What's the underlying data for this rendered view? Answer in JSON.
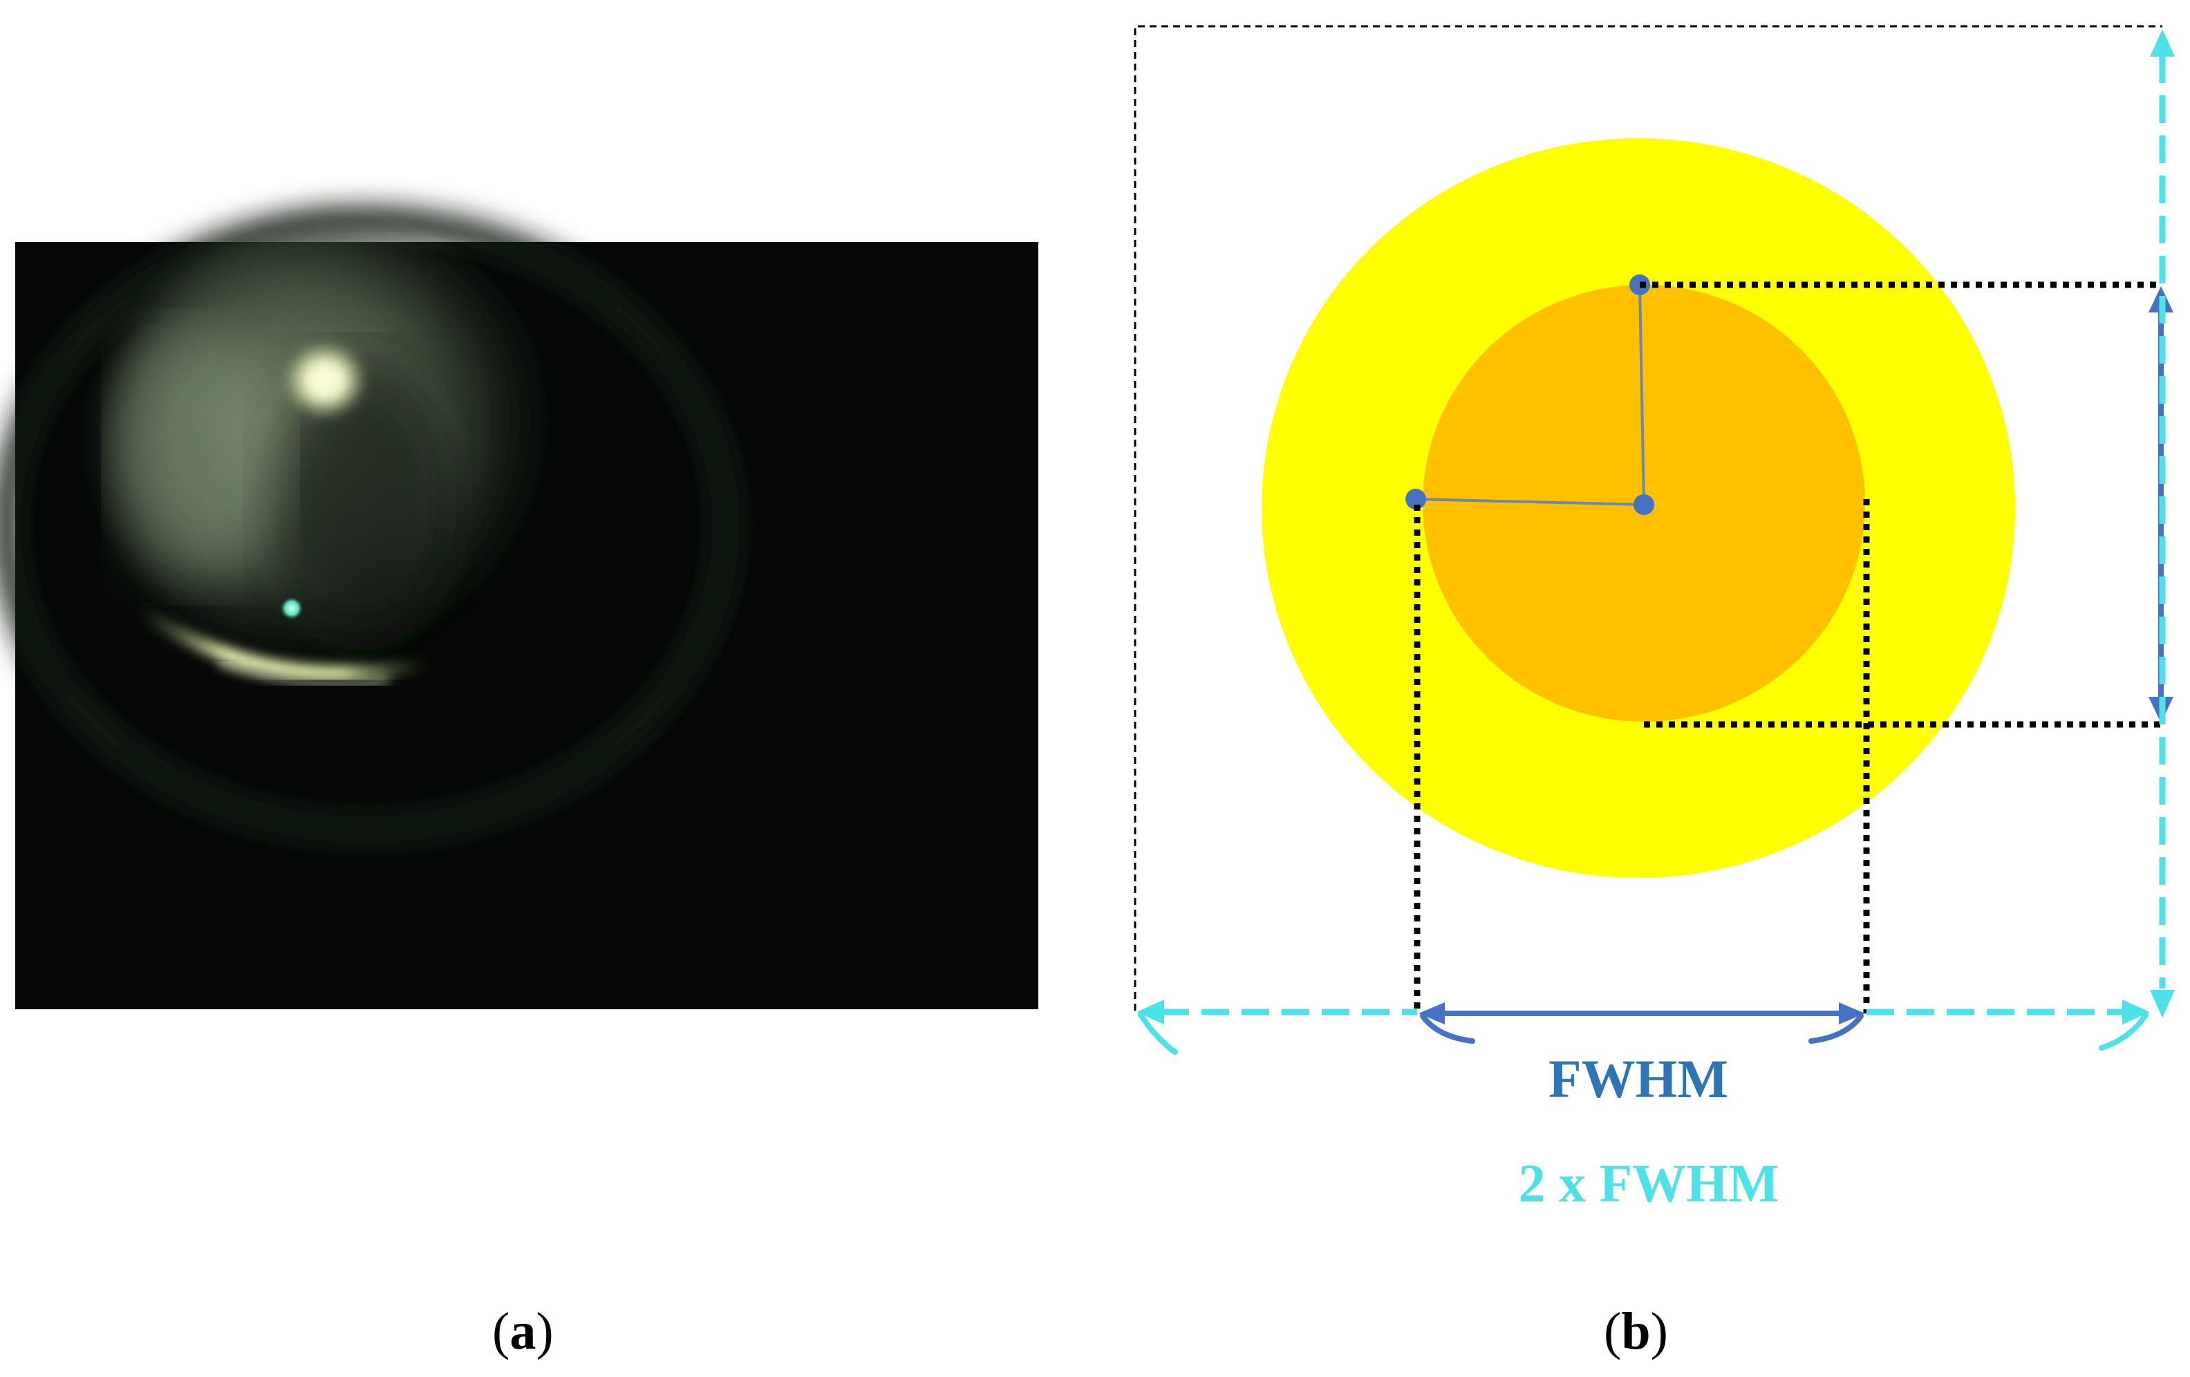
{
  "panel_a": {
    "caption_open": "(",
    "caption_letter": "a",
    "caption_close": ")"
  },
  "panel_b": {
    "caption_open": "(",
    "caption_letter": "b",
    "caption_close": ")",
    "inner_width_label": "FWHM",
    "outer_width_label": "2 x FWHM"
  },
  "colors": {
    "photo_background": "#050806",
    "outer_circle": "#FFFF00",
    "inner_circle": "#FFC000",
    "fwhm_arrow": "#4472C4",
    "fwhm_text": "#2E75B6",
    "double_fwhm": "#4DE2E8",
    "guide_lines": "#000000"
  }
}
